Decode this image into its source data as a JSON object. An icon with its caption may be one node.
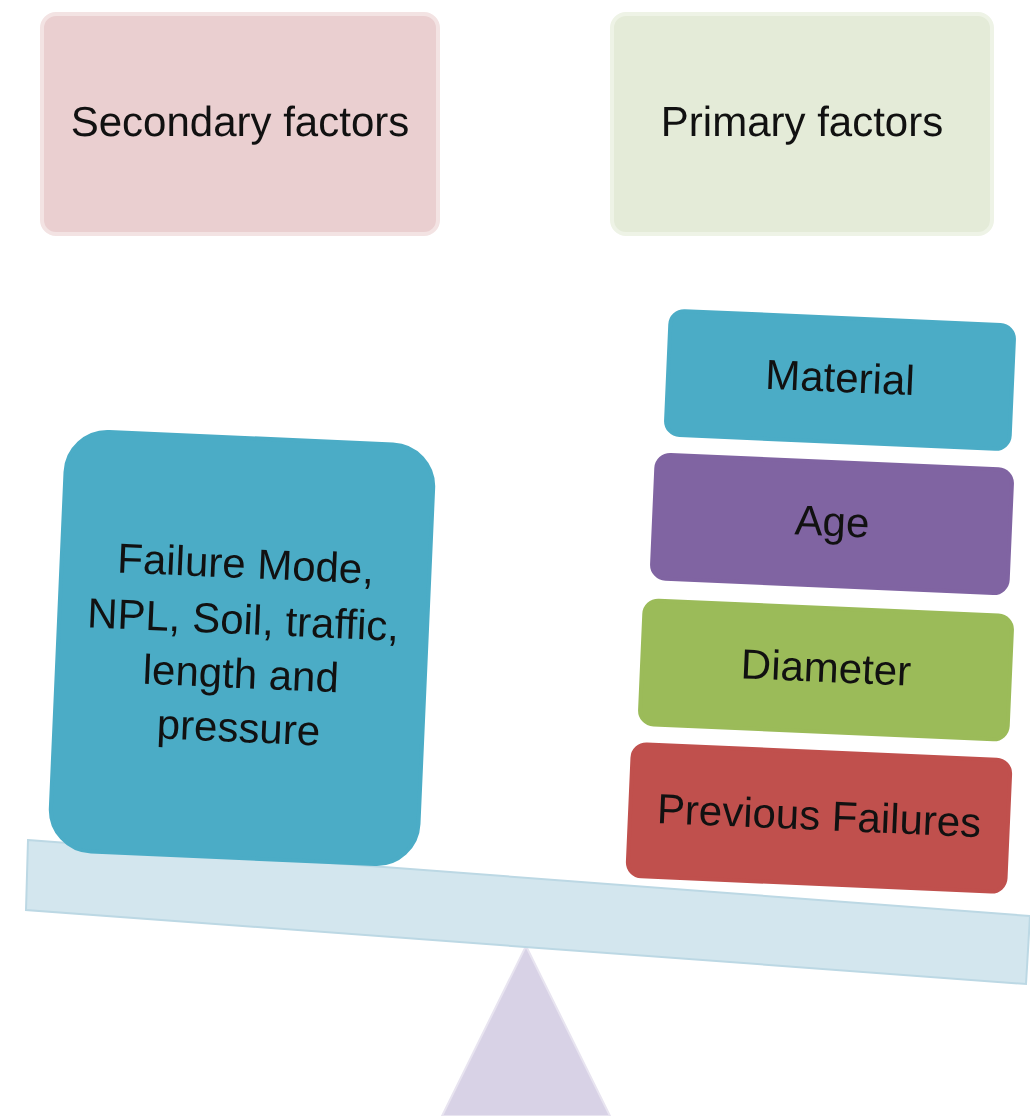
{
  "diagram": {
    "nodes": [
      {
        "text": [
          "Secondary factors"
        ]
      },
      {
        "text": [
          "Primary factors"
        ]
      },
      {
        "text": [
          "Failure Mode, NPL, Soil, traffic, length and pressure"
        ]
      },
      {
        "text": [
          "Material"
        ]
      },
      {
        "text": [
          "Age"
        ]
      },
      {
        "text": [
          "Diameter"
        ]
      },
      {
        "text": [
          "Previous Failures"
        ]
      }
    ]
  }
}
